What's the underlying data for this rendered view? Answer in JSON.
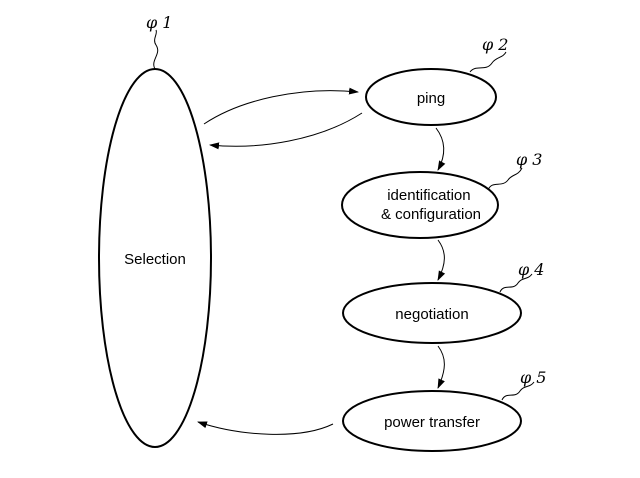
{
  "nodes": {
    "selection": {
      "label": "Selection",
      "phase": "φ 1"
    },
    "ping": {
      "label": "ping",
      "phase": "φ 2"
    },
    "identification": {
      "line1": "identification",
      "line2": "& configuration",
      "phase": "φ 3"
    },
    "negotiation": {
      "label": "negotiation",
      "phase": "φ 4"
    },
    "power_transfer": {
      "label": "power transfer",
      "phase": "φ 5"
    }
  },
  "colors": {
    "stroke": "#000000",
    "background": "#ffffff"
  }
}
